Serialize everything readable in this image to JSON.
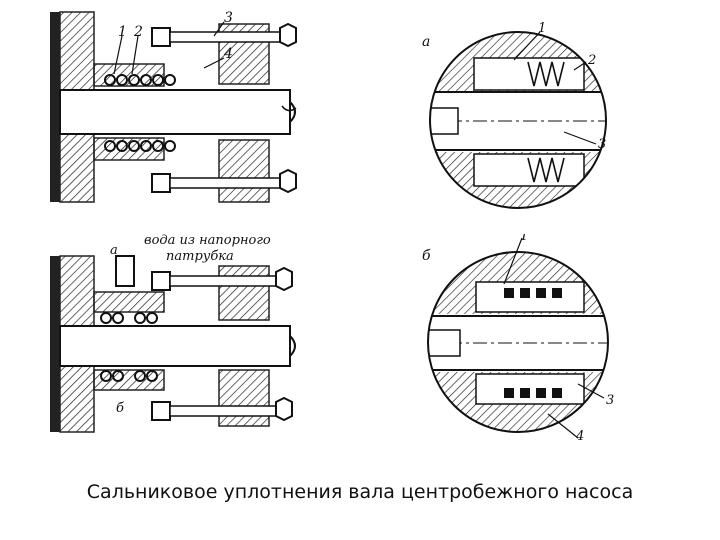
{
  "caption": "Сальниковое уплотнения вала центробежного насоса",
  "diagram_top_left": {
    "callouts": [
      "1",
      "2",
      "3",
      "4"
    ]
  },
  "diagram_bottom_left": {
    "note_line1": "вода из напорного",
    "note_line2": "патрубка",
    "label_a": "а",
    "label_b": "б"
  },
  "diagram_top_right": {
    "panel_letter": "а",
    "callouts": [
      "1",
      "2",
      "3"
    ]
  },
  "diagram_bottom_right": {
    "panel_letter": "б",
    "callouts": [
      "1",
      "3",
      "4"
    ]
  }
}
